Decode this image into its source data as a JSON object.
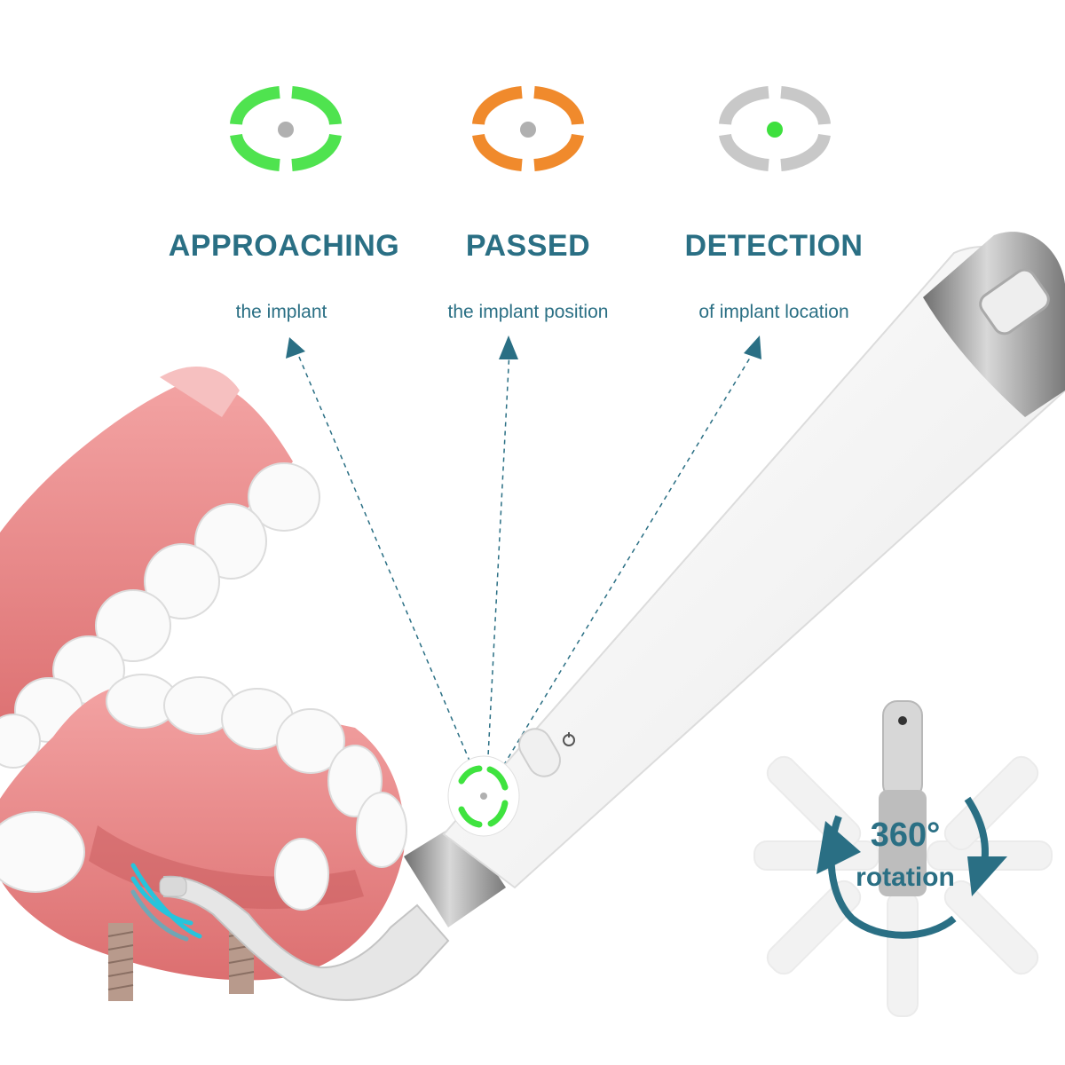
{
  "modes": [
    {
      "title": "APPROACHING",
      "subtitle": "the implant",
      "icon": "green-ring-gray-dot-icon",
      "ring_color": "#4fe34f",
      "dot_color": "#b0b0b0"
    },
    {
      "title": "PASSED",
      "subtitle": "the implant position",
      "icon": "orange-ring-gray-dot-icon",
      "ring_color": "#f08a2c",
      "dot_color": "#b0b0b0"
    },
    {
      "title": "DETECTION",
      "subtitle": "of implant location",
      "icon": "gray-ring-green-dot-icon",
      "ring_color": "#c8c8c8",
      "dot_color": "#3ee03e"
    }
  ],
  "rotation": {
    "value": "360°",
    "label": "rotation"
  },
  "colors": {
    "text_accent": "#2a6f84",
    "gum": "#e88a8a",
    "device_body": "#f4f4f4",
    "metal": "#9a9a9a"
  },
  "icons": [
    "power-icon",
    "rotate-arrow-icon",
    "wave-signal-icon",
    "implant-screw-icon",
    "usb-port-icon"
  ]
}
